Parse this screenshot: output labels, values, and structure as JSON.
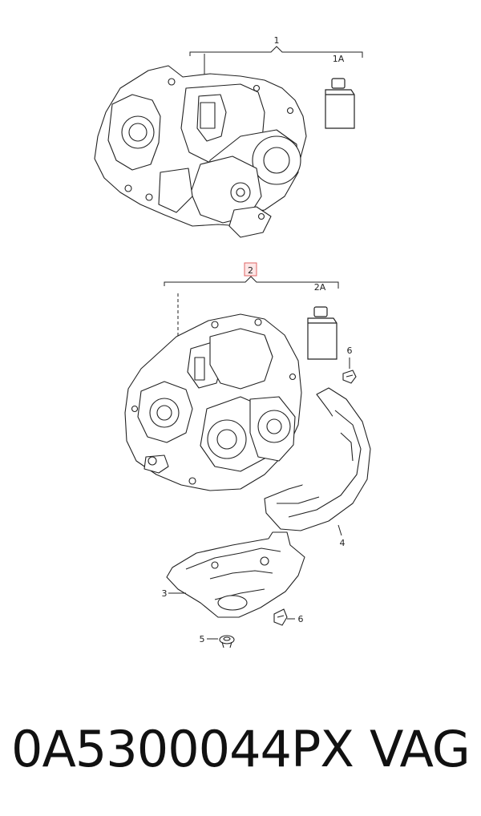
{
  "callouts": {
    "c1": "1",
    "c1a": "1A",
    "c2": "2",
    "c2a": "2A",
    "c3": "3",
    "c4": "4",
    "c5": "5",
    "c6a": "6",
    "c6b": "6"
  },
  "footer": {
    "part_number": "0A5300044PX",
    "brand": "VAG"
  },
  "colors": {
    "line": "#222222",
    "highlight": "#e06666"
  }
}
